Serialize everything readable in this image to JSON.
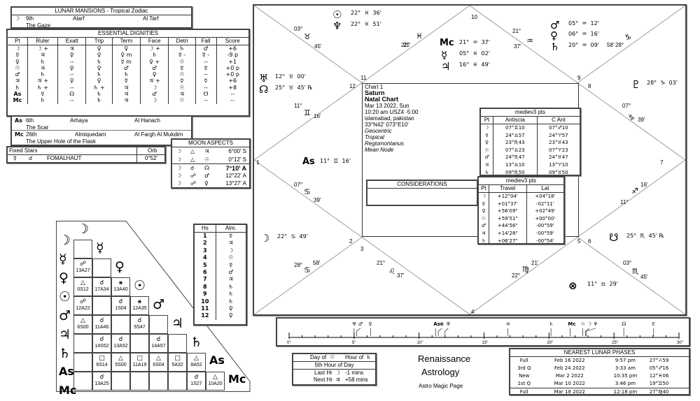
{
  "lunar_mansions": {
    "title": "LUNAR MANSIONS - Tropical Zodiac",
    "rows": [
      {
        "pt": "☽",
        "num": "9th",
        "name": "Alarf",
        "arabic": "Al Tarf",
        "meaning": "The Gaze"
      },
      {
        "pt": "As",
        "num": "6th",
        "name": "Arhaya",
        "arabic": "Al Hanach",
        "meaning": "The Scar"
      },
      {
        "pt": "Mc",
        "num": "26th",
        "name": "Almiquedam",
        "arabic": "Al Fargh Al Mukdim",
        "meaning": "The Upper Hole of the Flask"
      }
    ]
  },
  "essential_dignities": {
    "title": "ESSENTIAL DIGNITIES",
    "columns": [
      "Pt",
      "Ruler",
      "Exalt",
      "Trip",
      "Term",
      "Face",
      "Detri",
      "Fall",
      "Score"
    ],
    "rows": [
      [
        "☽",
        "☽ +",
        "♃",
        "♀",
        "♀",
        "☽ +",
        "♄",
        "♂",
        "+6"
      ],
      [
        "☿",
        "♃",
        "♀",
        "♀",
        "♀ m",
        "♄",
        "☿ -",
        "☿ -",
        "-9 p"
      ],
      [
        "♀",
        "♄",
        "--",
        "♄",
        "☿ m",
        "♀ +",
        "☉",
        "--",
        "+1"
      ],
      [
        "☉",
        "♃",
        "♀",
        "♀",
        "♂",
        "♂",
        "☿",
        "☿",
        "+0 p"
      ],
      [
        "♂",
        "♄",
        "--",
        "♄",
        "♄",
        "♀",
        "☉",
        "--",
        "+0 p"
      ],
      [
        "♃",
        "♃ +",
        "♀",
        "♀",
        "☿",
        "♃ +",
        "☿",
        "☿",
        "+6"
      ],
      [
        "♄",
        "♄ +",
        "--",
        "♄ +",
        "♃",
        "☽",
        "☉",
        "--",
        "+8"
      ],
      [
        "As",
        "☿",
        "☊",
        "♄",
        "♃",
        "♂",
        "♃",
        "☋",
        "--"
      ],
      [
        "Mc",
        "♄",
        "--",
        "♄",
        "♃",
        "☽",
        "☉",
        "--",
        "--"
      ]
    ]
  },
  "fixed_stars": {
    "title": "Fixed Stars",
    "orb_label": "Orb",
    "rows": [
      {
        "planet": "☿",
        "aspect": "☌",
        "star": "FOMALHAUT",
        "orb": "0°52'"
      }
    ]
  },
  "moon_aspects": {
    "title": "MOON ASPECTS",
    "rows": [
      {
        "p1": "☽",
        "asp": "△",
        "p2": "♃",
        "orb": "6°00' S",
        "bold": false
      },
      {
        "p1": "☽",
        "asp": "△",
        "p2": "☉",
        "orb": "0°12' S",
        "bold": false
      },
      {
        "p1": "☽",
        "asp": "☌",
        "p2": "☊",
        "orb": "7°10' A",
        "bold": true
      },
      {
        "p1": "☽",
        "asp": "☍",
        "p2": "♂",
        "orb": "12°22' A",
        "bold": false
      },
      {
        "p1": "☽",
        "asp": "☍",
        "p2": "♀",
        "orb": "13°27' A",
        "bold": false
      }
    ]
  },
  "aspect_grid": {
    "planets": [
      "☽",
      "☿",
      "♀",
      "☉",
      "♂",
      "♃",
      "♄",
      "As",
      "Mc"
    ],
    "cells": {
      "2-0": {
        "asp": "☍",
        "val": "13A27"
      },
      "3-0": {
        "asp": "△",
        "val": "0S12"
      },
      "3-1": {
        "asp": "☌",
        "val": "17A34"
      },
      "3-2": {
        "asp": "⚹",
        "val": "13A40"
      },
      "4-0": {
        "asp": "☍",
        "val": "12A22"
      },
      "4-2": {
        "asp": "☌",
        "val": "1S04"
      },
      "4-3": {
        "asp": "⚹",
        "val": "12A35"
      },
      "5-0": {
        "asp": "△",
        "val": "6S00"
      },
      "5-1": {
        "asp": "☌",
        "val": "11A46"
      },
      "5-3": {
        "asp": "☌",
        "val": "5S47"
      },
      "6-1": {
        "asp": "☌",
        "val": "14S52"
      },
      "6-2": {
        "asp": "☌",
        "val": "13A52"
      },
      "6-4": {
        "asp": "☌",
        "val": "14A57"
      },
      "7-1": {
        "asp": "□",
        "val": "6S14"
      },
      "7-2": {
        "asp": "△",
        "val": "5S00"
      },
      "7-3": {
        "asp": "□",
        "val": "11A19"
      },
      "7-4": {
        "asp": "△",
        "val": "6S04"
      },
      "7-5": {
        "asp": "□",
        "val": "5A32"
      },
      "7-6": {
        "asp": "△",
        "val": "8A52"
      },
      "8-1": {
        "asp": "☌",
        "val": "13A25"
      },
      "8-6": {
        "asp": "☌",
        "val": "1S27"
      },
      "8-7": {
        "asp": "△",
        "val": "10A20"
      }
    }
  },
  "almuten": {
    "columns": [
      "Hs",
      "Alm."
    ],
    "rows": [
      [
        "1",
        "☿"
      ],
      [
        "2",
        "♃"
      ],
      [
        "3",
        "☽"
      ],
      [
        "4",
        "☉"
      ],
      [
        "5",
        "☿"
      ],
      [
        "6",
        "♂"
      ],
      [
        "7",
        "♃"
      ],
      [
        "8",
        "♄"
      ],
      [
        "9",
        "♄"
      ],
      [
        "10",
        "♄"
      ],
      [
        "11",
        "♀"
      ],
      [
        "12",
        "♀"
      ]
    ]
  },
  "chart": {
    "info": {
      "label": "Chart 1",
      "name": "Saturn",
      "type": "Natal Chart",
      "date": "Mar 13 2022, Sun",
      "time": "10:20 am  USZ4 -5:00",
      "place": "islamabad, pakistan",
      "coords": "33°N42' 073°E10'",
      "zodiac_type": "Geocentric",
      "zodiac": "Tropical",
      "houses": "Regiomontanus",
      "node": "Mean Node"
    },
    "considerations_title": "CONSIDERATIONS",
    "house_numbers": [
      "1",
      "2",
      "3",
      "4",
      "5",
      "6",
      "7",
      "8",
      "9",
      "10",
      "11",
      "12"
    ],
    "cusps": [
      {
        "deg": "03°",
        "sign": "♉",
        "min": "45'"
      },
      {
        "deg": "22°",
        "sign": "♓",
        "min": "21'"
      },
      {
        "deg": "21°",
        "sign": "♒",
        "min": "37'"
      },
      {
        "deg": "28°",
        "sign": "♑",
        "min": "58'"
      },
      {
        "deg": "11°",
        "sign": "♊",
        "min": "16'"
      },
      {
        "deg": "07°",
        "sign": "♑",
        "min": "39'"
      },
      {
        "deg": "07°",
        "sign": "♋",
        "min": "39'"
      },
      {
        "deg": "11°",
        "sign": "♐",
        "min": "16'"
      },
      {
        "deg": "28°",
        "sign": "♋",
        "min": "58'"
      },
      {
        "deg": "21°",
        "sign": "♌",
        "min": "37'"
      },
      {
        "deg": "22°",
        "sign": "♍",
        "min": "21'"
      },
      {
        "deg": "03°",
        "sign": "♏",
        "min": "45'"
      }
    ],
    "planets": [
      {
        "sym": "☉",
        "pos": "22°  ♓  36'"
      },
      {
        "sym": "♆",
        "pos": "22°  ♓  51'"
      },
      {
        "sym": "Mc",
        "pos": "21°  ♒  37'"
      },
      {
        "sym": "☿",
        "pos": "05°  ♓  02'"
      },
      {
        "sym": "♃",
        "pos": "16°  ♓  49'"
      },
      {
        "sym": "♂",
        "pos": "05°  ♒  12'"
      },
      {
        "sym": "♀",
        "pos": "06°  ♒  16'"
      },
      {
        "sym": "♄",
        "pos": "20°  ♒  09'"
      },
      {
        "sym": "♅",
        "pos": "12°  ♉  00'"
      },
      {
        "sym": "☊",
        "pos": "25°  ♉  45' ℞"
      },
      {
        "sym": "♇",
        "pos": "28°  ♑  03'"
      },
      {
        "sym": "As",
        "pos": "11°  ♊  16'"
      },
      {
        "sym": "☽",
        "pos": "22°  ♋  49'"
      },
      {
        "sym": "☋",
        "pos": "25°  ♏  45' ℞"
      },
      {
        "sym": "⊗",
        "pos": "11°  ♎  29'"
      }
    ]
  },
  "antiscia": {
    "title": "mediev3 pts",
    "columns": [
      "Pt",
      "Antiscia",
      "C Ant"
    ],
    "rows": [
      [
        "☽",
        "07°♊10",
        "07°♐10"
      ],
      [
        "☿",
        "24°♎57",
        "24°♈57"
      ],
      [
        "♀",
        "23°♏43",
        "23°♉43"
      ],
      [
        "☉",
        "07°♎23",
        "07°♈23"
      ],
      [
        "♂",
        "24°♏47",
        "24°♉47"
      ],
      [
        "♃",
        "13°♎10",
        "13°♈10"
      ],
      [
        "♄",
        "09°♏50",
        "09°♉50"
      ]
    ]
  },
  "travel": {
    "title": "mediev3 pts",
    "columns": [
      "Pt",
      "Travel",
      "Lat"
    ],
    "rows": [
      [
        "☽",
        "+12°04'",
        "+04°18'"
      ],
      [
        "☿",
        "+01°37'",
        "-02°11'"
      ],
      [
        "♀",
        "+56'09\"",
        "+02°49'"
      ],
      [
        "☉",
        "+59'51\"",
        "+00°00'"
      ],
      [
        "♂",
        "+44'56\"",
        "-00°59'"
      ],
      [
        "♃",
        "+14'28\"",
        "-00°59'"
      ],
      [
        "♄",
        "+06'27\"",
        "-00°54'"
      ]
    ]
  },
  "ruler": {
    "ticks": [
      "0°",
      "5°",
      "10°",
      "15°",
      "20°",
      "25°",
      "30°"
    ],
    "markers": [
      {
        "sym": "♅",
        "deg": 5.0
      },
      {
        "sym": "♂",
        "deg": 5.2
      },
      {
        "sym": "♀",
        "deg": 6.27
      },
      {
        "sym": "As",
        "deg": 11.27
      },
      {
        "sym": "⊗",
        "deg": 11.48
      },
      {
        "sym": "♅",
        "deg": 12.0
      },
      {
        "sym": "♃",
        "deg": 16.82
      },
      {
        "sym": "♄",
        "deg": 20.15
      },
      {
        "sym": "Mc",
        "deg": 21.62
      },
      {
        "sym": "☉",
        "deg": 22.6
      },
      {
        "sym": "☽",
        "deg": 22.82
      },
      {
        "sym": "♆",
        "deg": 22.85
      },
      {
        "sym": "☊",
        "deg": 25.75
      },
      {
        "sym": "♇",
        "deg": 28.05
      }
    ]
  },
  "planetary_hours": {
    "day_of_label": "Day of",
    "day_of": "☉",
    "hour_of_label": "Hour of",
    "hour_of": "♄",
    "hour_text": "5th Hour of Day",
    "last_label": "Last Hr",
    "last_planet": "☽",
    "last_val": "-1 mins",
    "next_label": "Next Hr",
    "next_planet": "♃",
    "next_val": "+58 mins"
  },
  "branding": {
    "line1": "Renaissance",
    "line2": "Astrology",
    "line3": "Astro Magic Page"
  },
  "lunar_phases": {
    "title": "NEAREST LUNAR PHASES",
    "rows": [
      [
        "Full",
        "Feb 16 2022",
        "9:57 pm",
        "27°♌59"
      ],
      [
        "3rd Q",
        "Feb 24 2022",
        "3:33 am",
        "05°♐16"
      ],
      [
        "New",
        "Mar 2 2022",
        "10:35 pm",
        "12°♓06"
      ],
      [
        "1st Q",
        "Mar 10 2022",
        "3:46 pm",
        "19°♊50"
      ],
      [
        "Full",
        "Mar 18 2022",
        "12:18 pm",
        "27°♍40"
      ]
    ]
  }
}
